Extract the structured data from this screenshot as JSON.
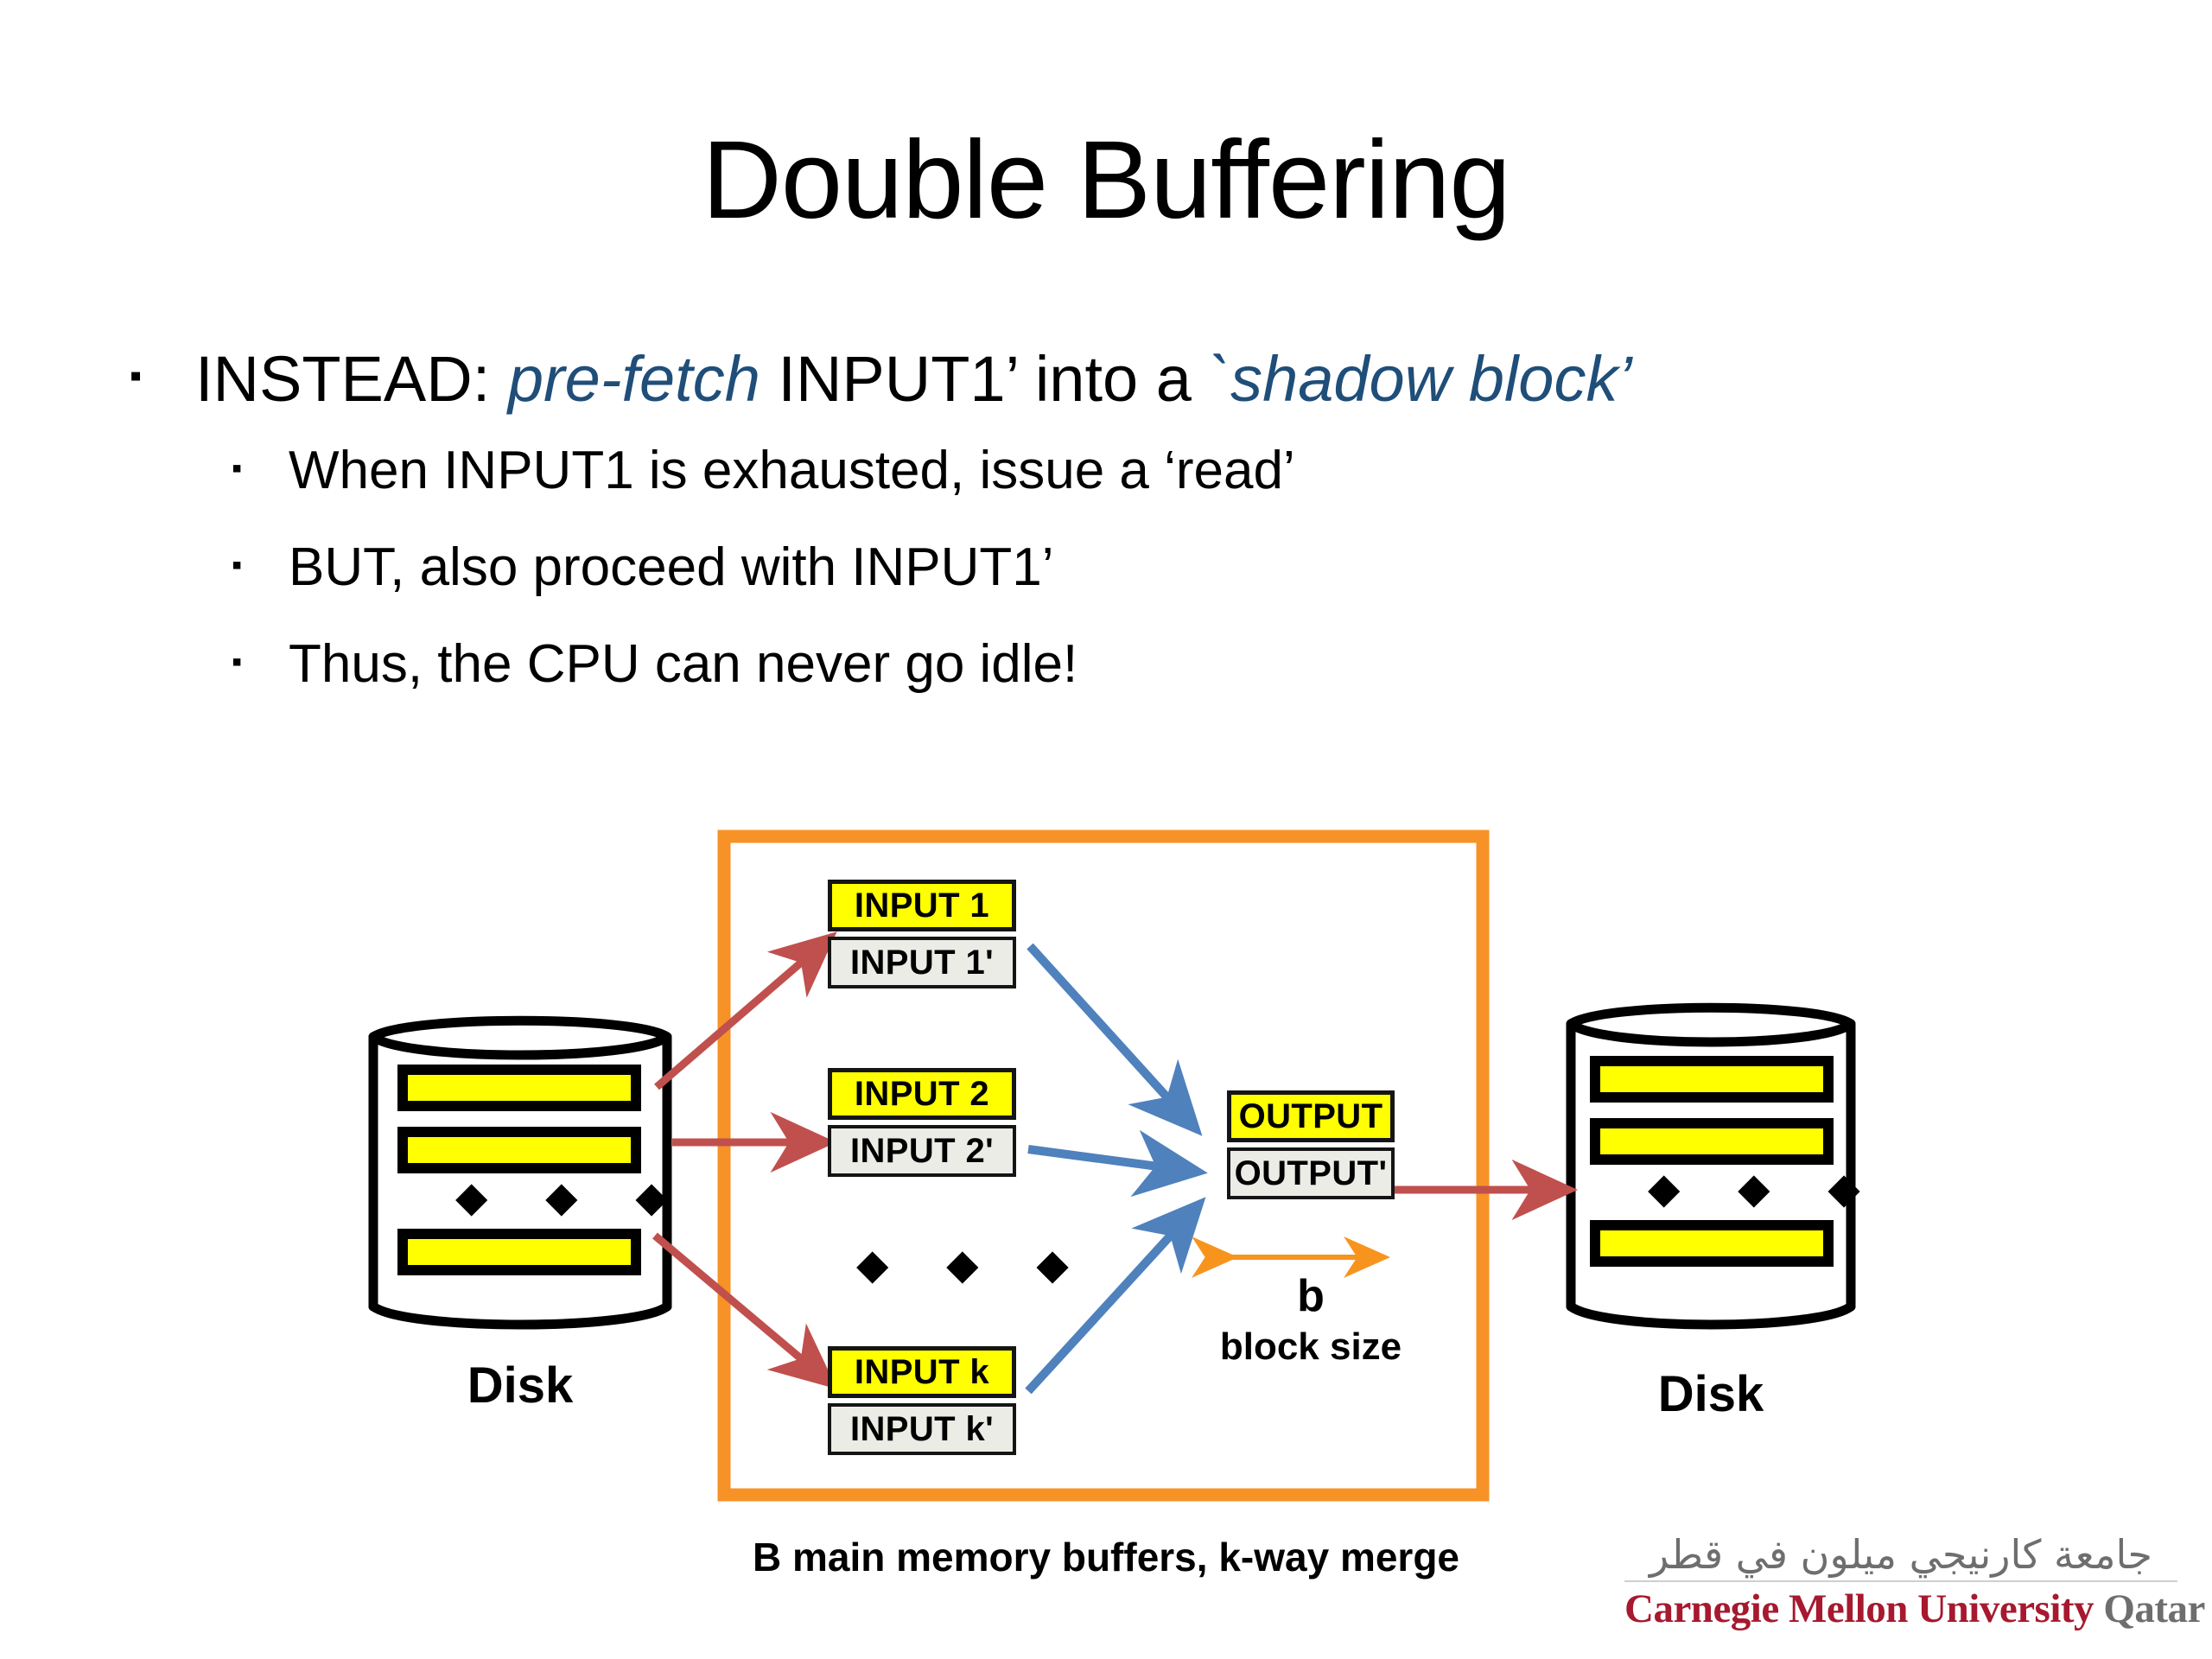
{
  "slide": {
    "title": "Double Buffering",
    "bullets": [
      {
        "level": 1,
        "marker": "▪",
        "segments": [
          {
            "text": "INSTEAD: ",
            "style": "plain"
          },
          {
            "text": "pre-fetch",
            "style": "italic-blue"
          },
          {
            "text": " INPUT1’ into a ",
            "style": "plain"
          },
          {
            "text": "`shadow block’",
            "style": "italic-blue"
          }
        ],
        "plain_text": "INSTEAD: pre-fetch INPUT1’ into a `shadow block’"
      },
      {
        "level": 2,
        "marker": "▪",
        "plain_text": "When INPUT1 is exhausted, issue a ‘read’"
      },
      {
        "level": 2,
        "marker": "▪",
        "plain_text": "BUT, also proceed with INPUT1’"
      },
      {
        "level": 2,
        "marker": "▪",
        "plain_text": "Thus, the CPU can never go idle!"
      }
    ]
  },
  "diagram": {
    "source_disk": {
      "label": "Disk",
      "track_count": 3,
      "ellipsis": "◆ ◆ ◆"
    },
    "dest_disk": {
      "label": "Disk",
      "track_count": 3,
      "ellipsis": "◆ ◆ ◆"
    },
    "memory_box": {
      "caption": "B main memory buffers, k-way merge",
      "border_color": "#F79226"
    },
    "input_buffers": [
      {
        "primary": "INPUT 1",
        "shadow": "INPUT 1'"
      },
      {
        "primary": "INPUT 2",
        "shadow": "INPUT 2'"
      },
      {
        "primary": "INPUT k",
        "shadow": "INPUT k'"
      }
    ],
    "input_ellipsis": "◆ ◆ ◆",
    "output_buffer": {
      "primary": "OUTPUT",
      "shadow": "OUTPUT'"
    },
    "block_size": {
      "symbol": "b",
      "label": "block size",
      "arrow_color": "#F7941E"
    },
    "colors": {
      "buffer_fill": "#FFFF00",
      "shadow_fill": "#ECECE6",
      "read_arrow": "#C0504D",
      "merge_arrow": "#4F81BD",
      "box_outline": "#F79226",
      "highlight_text": "#1F4E79"
    }
  },
  "logo": {
    "arabic": "جامعة كارنيجي ميلون في قطر",
    "name_primary": "Carnegie Mellon University",
    "name_secondary": "Qatar"
  }
}
